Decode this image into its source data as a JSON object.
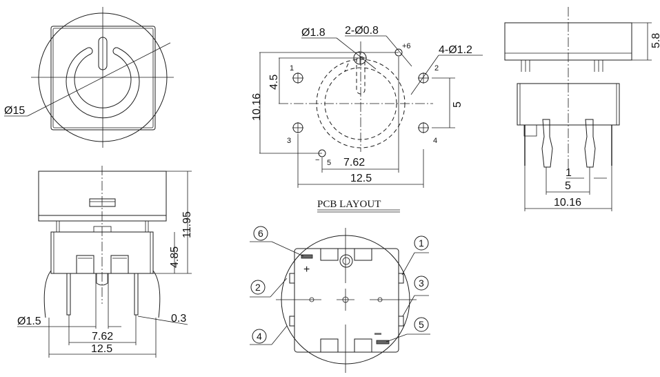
{
  "drawing": {
    "title": "PCB LAYOUT",
    "top_view": {
      "diameter_label": "Ø15",
      "symbol": "power-icon"
    },
    "pcb_layout": {
      "labels": {
        "led_hole": "Ø1.8",
        "led_pins": "2-Ø0.8",
        "switch_pins": "4-Ø1.2",
        "height": "10.16",
        "pin_offset": "4.5",
        "vertical_pitch": "5",
        "led_pitch": "7.62",
        "horizontal_pitch": "12.5"
      },
      "pin_numbers": [
        "1",
        "2",
        "3",
        "4",
        "+6",
        "−",
        "5"
      ]
    },
    "front_view": {
      "labels": {
        "total_height": "11.95",
        "body_height": "4.85",
        "pin_diameter": "Ø1.5",
        "pin_thickness": "0.3",
        "led_pitch": "7.62",
        "pin_pitch": "12.5"
      }
    },
    "side_view": {
      "labels": {
        "cap_height": "5.8",
        "pin_width": "1",
        "pin_spacing": "5",
        "pin_pitch": "10.16"
      }
    },
    "bottom_view": {
      "callouts": [
        "1",
        "2",
        "3",
        "4",
        "5",
        "6"
      ],
      "plus_mark": "+"
    }
  }
}
